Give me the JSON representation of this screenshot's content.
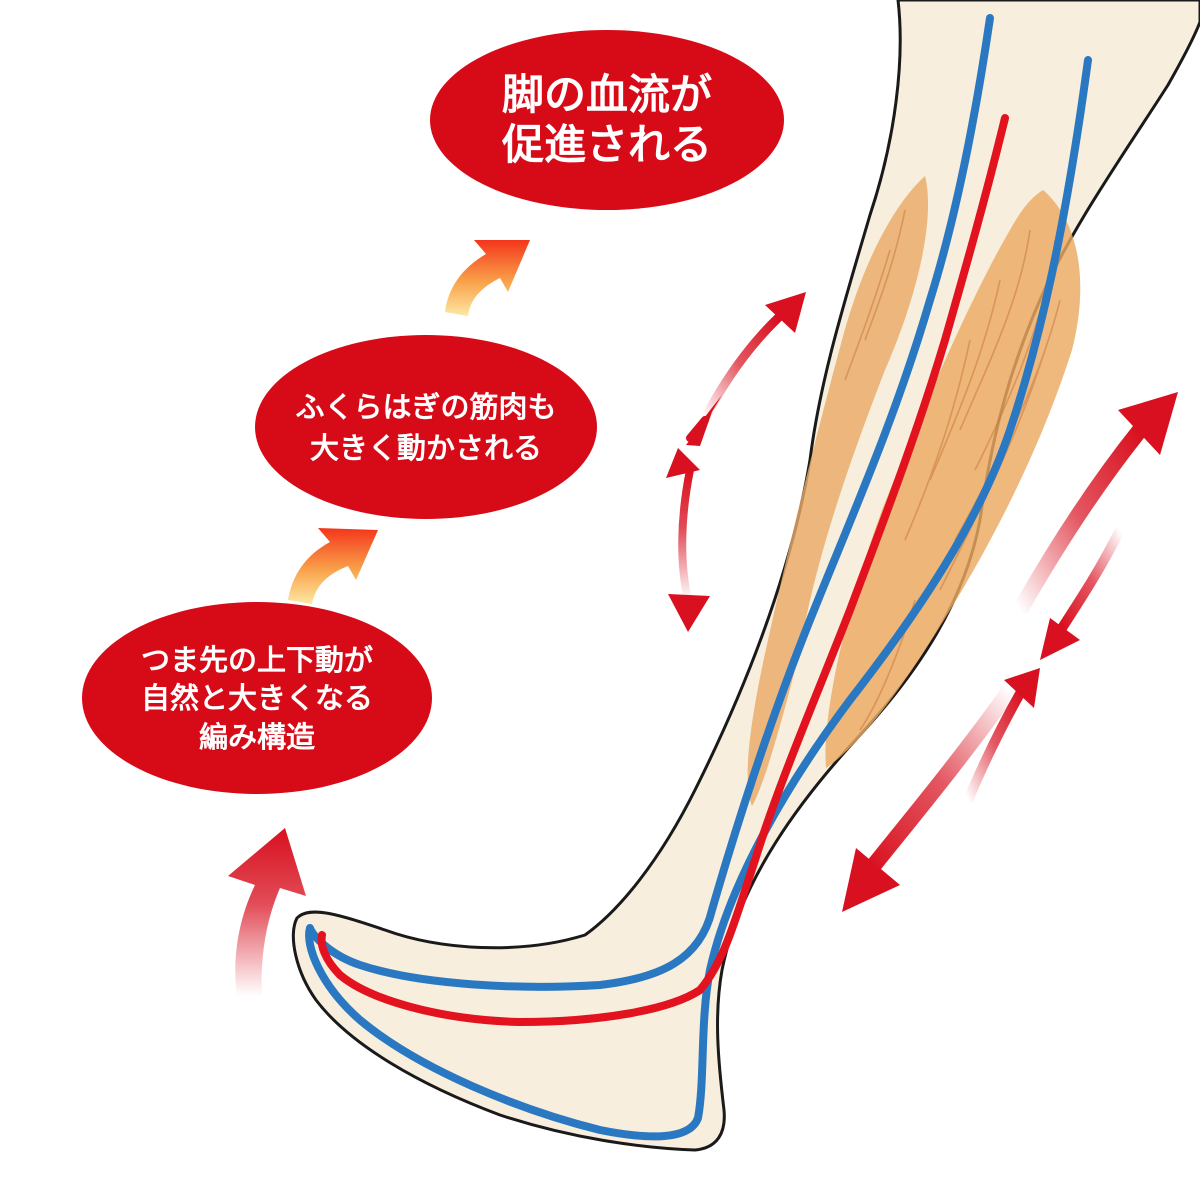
{
  "bubbles": {
    "top": {
      "lines": [
        "脚の血流が",
        "促進される"
      ]
    },
    "middle": {
      "lines": [
        "ふくらはぎの筋肉も",
        "大きく動かされる"
      ]
    },
    "bottom": {
      "lines": [
        "つま先の上下動が",
        "自然と大きくなる",
        "編み構造"
      ]
    }
  },
  "colors": {
    "bubble": "#d70a17",
    "arrow_red": "#d8101f",
    "artery": "#e2121f",
    "vein": "#2b78c2",
    "skin": "#f7eedd",
    "muscle": "#eeae69",
    "step_arrow_top": "#f4361b",
    "step_arrow_bottom": "#fde8a3"
  }
}
